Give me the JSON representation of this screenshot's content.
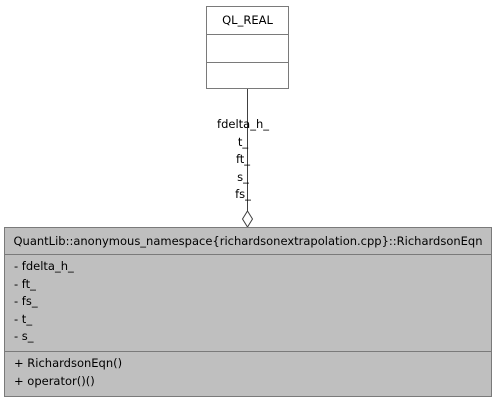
{
  "classes": {
    "ql_real": {
      "name": "QL_REAL",
      "attributes": [],
      "operations": []
    },
    "richardson_eqn": {
      "name": "QuantLib::anonymous_namespace{richardsonextrapolation.cpp}::RichardsonEqn",
      "attributes": [
        "- fdelta_h_",
        "- ft_",
        "- fs_",
        "- t_",
        "- s_"
      ],
      "operations": [
        "+ RichardsonEqn()",
        "+ operator()()"
      ]
    }
  },
  "association": {
    "labels": [
      "fdelta_h_",
      "t_",
      "ft_",
      "s_",
      "fs_"
    ],
    "end_marker": "hollow-diamond"
  },
  "colors": {
    "class_fill": "#bfbfbf",
    "border": "#7a7a7a",
    "line": "#404040"
  }
}
